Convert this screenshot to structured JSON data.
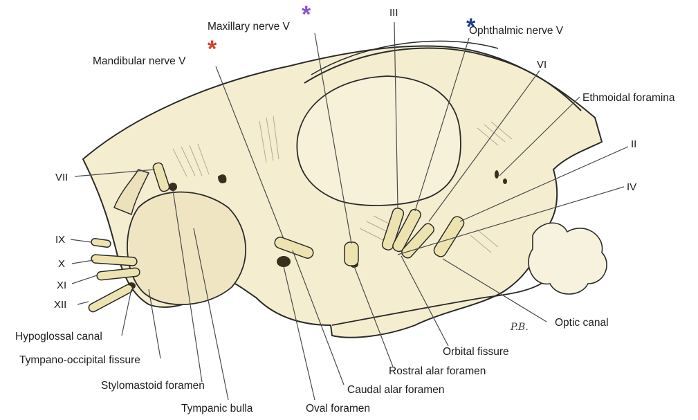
{
  "labels": {
    "maxillary_nerve": "Maxillary nerve V",
    "mandibular_nerve": "Mandibular nerve V",
    "ophthalmic_nerve": "Ophthalmic nerve V",
    "iii": "III",
    "vi": "VI",
    "ethmoidal_foramina": "Ethmoidal foramina",
    "ii": "II",
    "iv": "IV",
    "vii": "VII",
    "ix": "IX",
    "x": "X",
    "xi": "XI",
    "xii": "XII",
    "hypoglossal_canal": "Hypoglossal canal",
    "tympano_occipital_fissure": "Tympano-occipital fissure",
    "stylomastoid_foramen": "Stylomastoid foramen",
    "tympanic_bulla": "Tympanic bulla",
    "oval_foramen": "Oval foramen",
    "caudal_alar_foramen": "Caudal alar foramen",
    "rostral_alar_foramen": "Rostral alar foramen",
    "orbital_fissure": "Orbital fissure",
    "optic_canal": "Optic canal",
    "signature": "P.B."
  },
  "markers": {
    "star_symbol": "*",
    "maxillary_color": "#8a55c8",
    "mandibular_color": "#d8402a",
    "ophthalmic_color": "#1f3f86"
  },
  "colors": {
    "bone": "#f4edd0",
    "bone_shadow": "#e6d9b0",
    "nerve": "#ede3b0",
    "outline": "#2a2a2a",
    "leader": "#4a4a4a"
  }
}
